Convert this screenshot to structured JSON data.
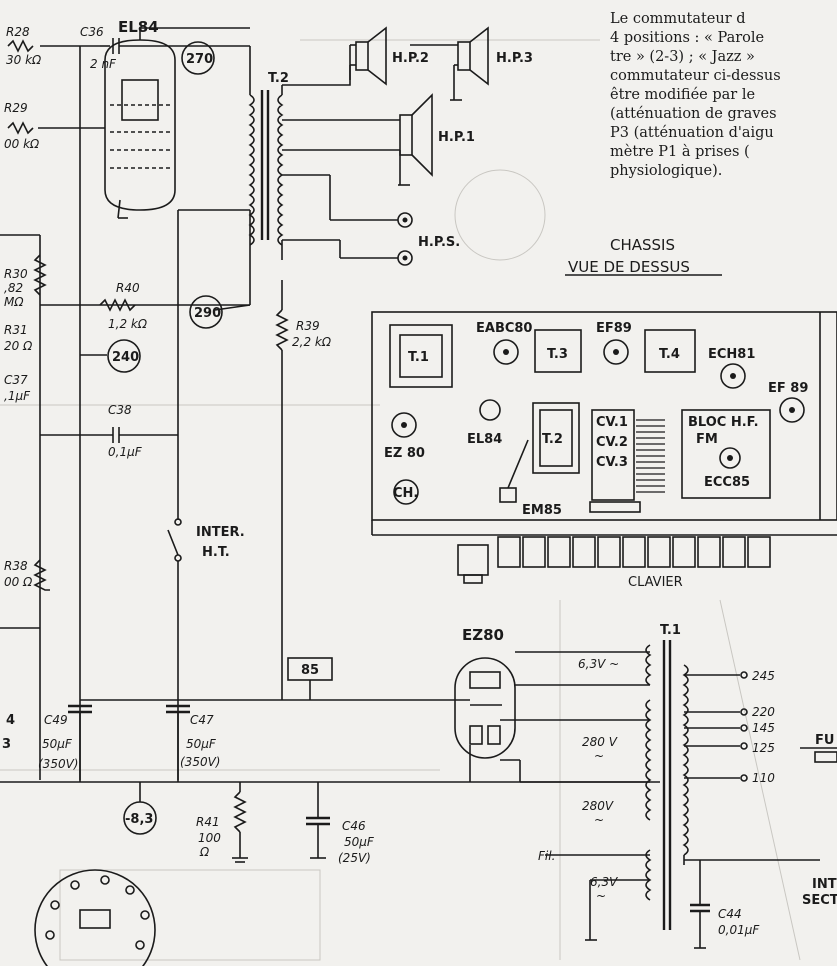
{
  "note_lines": [
    "Le commutateur d",
    "4 positions : « Parole",
    "tre » (2-3) ; « Jazz »",
    "commutateur ci-dessus",
    "être modifiée par le",
    "(atténuation de graves",
    "P3 (atténuation d'aigu",
    "mètre P1 à prises (",
    "physiologique)."
  ],
  "titles": {
    "chassis": "CHASSIS",
    "vue": "VUE DE DESSUS",
    "clavier": "CLAVIER"
  },
  "tubes": {
    "el84": "EL84",
    "ez80": "EZ80"
  },
  "transformers": {
    "t2": "T.2",
    "t1": "T.1"
  },
  "speakers": {
    "hp1": "H.P.1",
    "hp2": "H.P.2",
    "hp3": "H.P.3",
    "hps": "H.P.S."
  },
  "voltages": {
    "v270": "270",
    "v290": "290",
    "v240": "240",
    "v85": "85",
    "v83": "-8,3"
  },
  "components": {
    "r28": "R28",
    "r28v": "30 kΩ",
    "c36": "C36",
    "c36v": "2 nF",
    "r29": "R29",
    "r29v": "00 kΩ",
    "r30": "R30",
    "r30v1": ",82",
    "r30v2": "MΩ",
    "r31": "R31",
    "r31v": "20 Ω",
    "c37": "C37",
    "c37v": ",1µF",
    "r40": "R40",
    "r40v": "1,2 kΩ",
    "r39": "R39",
    "r39v": "2,2 kΩ",
    "c38": "C38",
    "c38v": "0,1µF",
    "r38": "R38",
    "r38v": "00 Ω",
    "c49": "C49",
    "c49v1": "50µF",
    "c49v2": "(350V)",
    "c47": "C47",
    "c47v1": "50µF",
    "c47v2": "(350V)",
    "r41": "R41",
    "r41v1": "100",
    "r41v2": "Ω",
    "c46": "C46",
    "c46v1": "50µF",
    "c46v2": "(25V)",
    "c44": "C44",
    "c44v": "0,01µF",
    "inter1": "INTER.",
    "inter2": "H.T.",
    "fil": "Fil.",
    "left4": "4",
    "left3": "3",
    "intsect1": "INT",
    "intsect2": "SECT",
    "fu": "FU"
  },
  "t1_secondaries": {
    "s63a": "6,3V ~",
    "s280a1": "280 V",
    "s280a2": "~",
    "s280b1": "280V",
    "s280b2": "~",
    "s63b1": "6,3V",
    "s63b2": "~"
  },
  "t1_taps": [
    "245",
    "220",
    "145",
    "125",
    "110"
  ],
  "chassis_parts": {
    "t1": "T.1",
    "eabc80": "EABC80",
    "t3": "T.3",
    "ef89a": "EF89",
    "t4": "T.4",
    "ech81": "ECH81",
    "ef89b": "EF 89",
    "ez80": "EZ 80",
    "el84": "EL84",
    "t2": "T.2",
    "cv1": "CV.1",
    "cv2": "CV.2",
    "cv3": "CV.3",
    "bloc1": "BLOC H.F.",
    "bloc2": "FM",
    "ecc85": "ECC85",
    "ch": "CH.",
    "em85": "EM85"
  }
}
